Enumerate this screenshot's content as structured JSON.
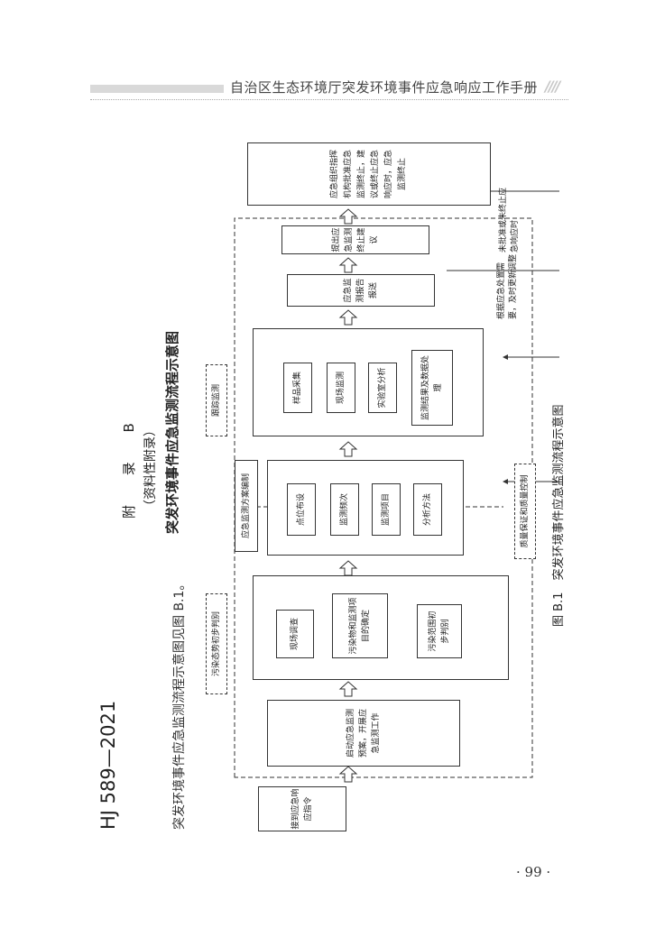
{
  "header": {
    "title": "自治区生态环境厅突发环境事件应急响应工作手册",
    "slashes": "////"
  },
  "page_number": "· 99 ·",
  "standard_code": "HJ 589—2021",
  "intro_text": "突发环境事件应急监测流程示意图见图 B.1。",
  "appendix": {
    "label": "附 录 B",
    "subtitle": "（资料性附录）",
    "title": "突发环境事件应急监测流程示意图"
  },
  "figure_caption": "图 B.1　突发环境事件应急监测流程示意图",
  "flowchart": {
    "start": "接到应急响应指令",
    "launch": "启动应急监测预案，开展应急监测工作",
    "site_survey": "现场调查",
    "pollutant_target": "污染物和监测项目的确定",
    "pollution_scope": "污染范围初步判别",
    "prelim_judgment_label": "污染态势初步判别",
    "plan_label": "应急监测方案编制",
    "point_layout": "点位布设",
    "monitor_frequency": "监测频次",
    "monitor_items": "监测项目",
    "analysis_method": "分析方法",
    "tracking_label": "跟踪监测",
    "sampling": "样品采集",
    "field_monitor": "现场监测",
    "lab_analysis": "实验室分析",
    "data_processing": "监测结果及数据处理",
    "report": "应急监测报告报送",
    "qa_label": "质量保证和质量控制",
    "terminate_suggest": "提出应急监测终止建议",
    "adjust_note": "根据应急处置需要，及时更新调整",
    "not_approved_note": "未批准或未终止应急响应时",
    "final": "应急组织指挥机构批准应急监测终止，建议或终止应急响应时，应急监测终止"
  }
}
